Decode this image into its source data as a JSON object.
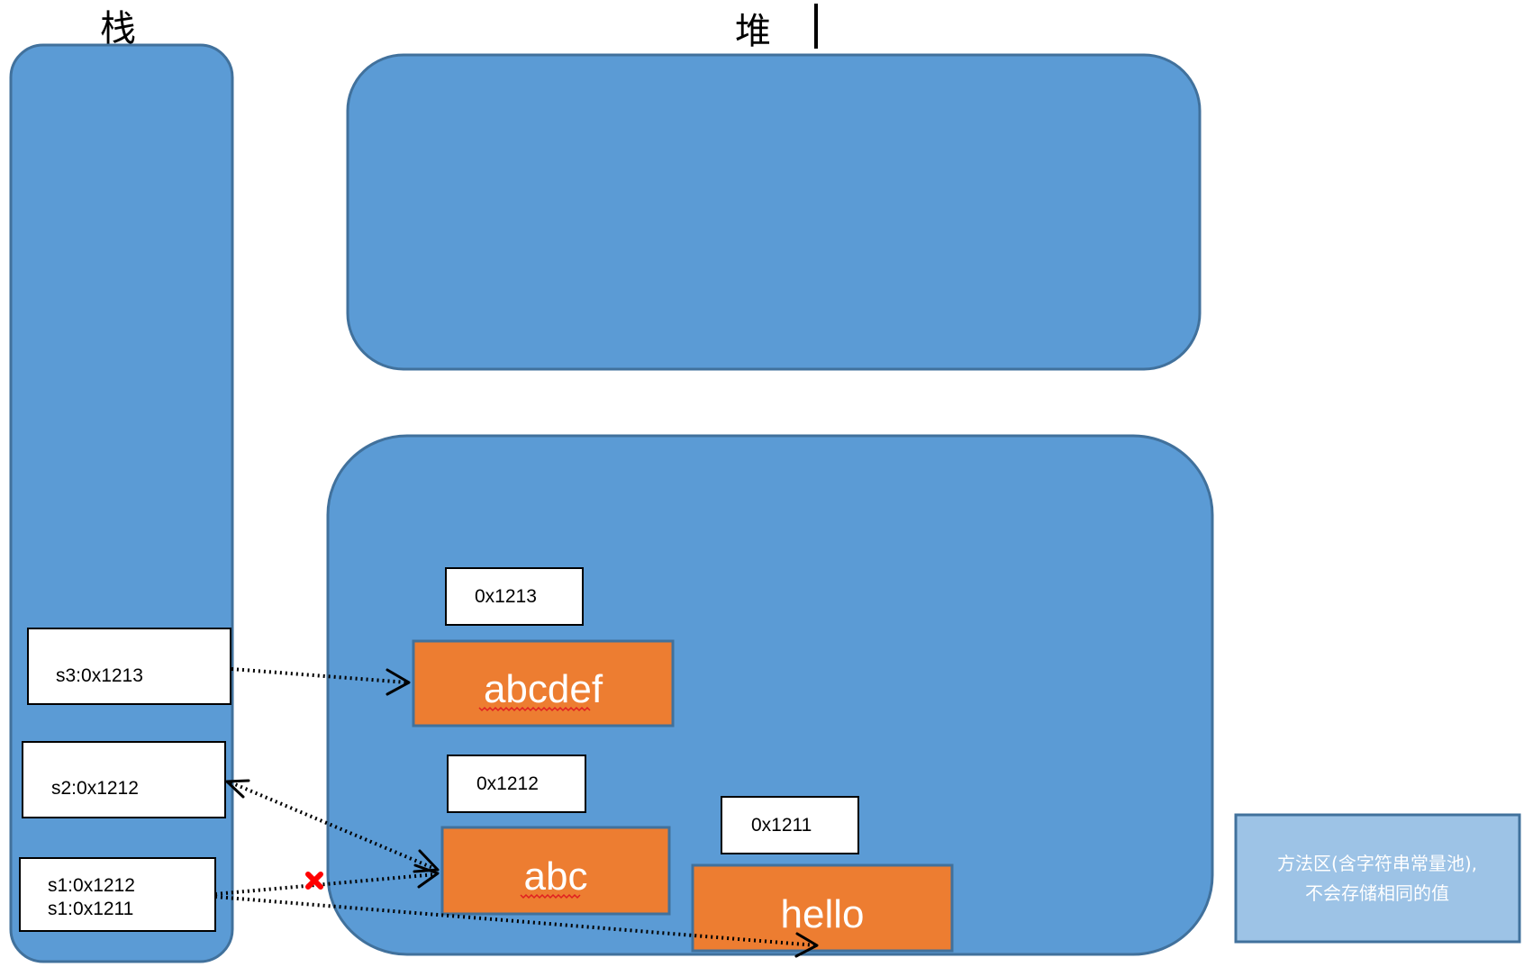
{
  "stack": {
    "title": "栈",
    "vars": {
      "s3": "s3:0x1213",
      "s2": "s2:0x1212",
      "s1_line1": "s1:0x1212",
      "s1_line2": "s1:0x1211"
    }
  },
  "heap": {
    "title": "堆"
  },
  "method_area": {
    "addresses": {
      "a1213": "0x1213",
      "a1212": "0x1212",
      "a1211": "0x1211"
    },
    "strings": {
      "abcdef": "abcdef",
      "abc": "abc",
      "hello": "hello"
    }
  },
  "note": {
    "line1": "方法区(含字符串常量池),",
    "line2": "不会存储相同的值"
  },
  "colors": {
    "zone_fill": "#5b9bd5",
    "zone_stroke": "#41719c",
    "string_fill": "#ed7d31",
    "note_fill": "#9dc3e6",
    "invalidated_mark": "#ff0000"
  }
}
